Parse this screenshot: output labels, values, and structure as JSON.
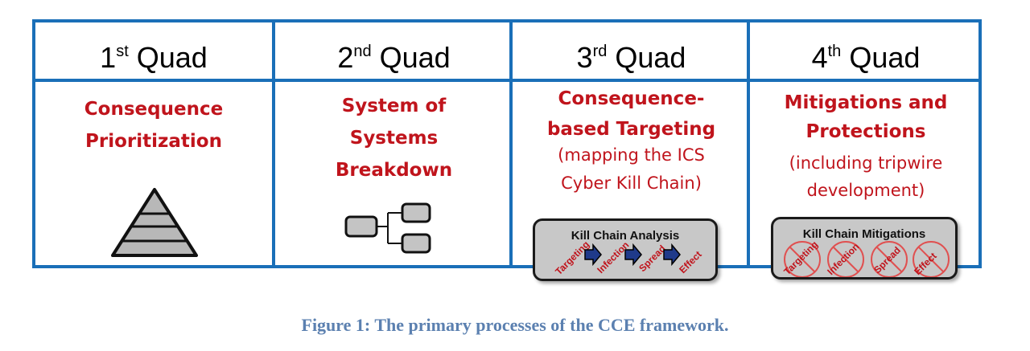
{
  "quads": [
    {
      "num": "1",
      "suffix": "st",
      "word": "Quad",
      "title_lines": [
        "Consequence",
        "Prioritization"
      ],
      "subtitle_lines": [],
      "icon": "pyramid-icon"
    },
    {
      "num": "2",
      "suffix": "nd",
      "word": "Quad",
      "title_lines": [
        "System of",
        "Systems",
        "Breakdown"
      ],
      "subtitle_lines": [],
      "icon": "hierarchy-icon"
    },
    {
      "num": "3",
      "suffix": "rd",
      "word": "Quad",
      "title_lines": [
        "Consequence-",
        "based Targeting"
      ],
      "subtitle_lines": [
        "(mapping the ICS",
        "Cyber Kill Chain)"
      ],
      "icon": "kill-chain-panel"
    },
    {
      "num": "4",
      "suffix": "th",
      "word": "Quad",
      "title_lines": [
        "Mitigations and",
        "Protections"
      ],
      "subtitle_lines": [
        "(including tripwire",
        "development)"
      ],
      "icon": "mitigations-panel"
    }
  ],
  "kill_chain": {
    "title": "Kill Chain Analysis",
    "steps": [
      "Targeting",
      "Infection",
      "Spread",
      "Effect"
    ]
  },
  "mitigations": {
    "title": "Kill Chain Mitigations",
    "steps": [
      "Targeting",
      "Infection",
      "Spread",
      "Effect"
    ]
  },
  "caption": "Figure 1: The primary processes of the CCE framework.",
  "colors": {
    "border": "#1a6fb8",
    "accent": "#c0141c",
    "caption": "#5b80b0",
    "arrow": "#1f3a8a"
  }
}
